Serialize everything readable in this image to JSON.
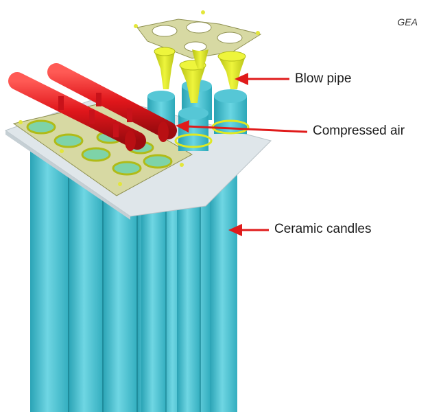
{
  "figure": {
    "credit": "GEA",
    "labels": {
      "blow_pipe": "Blow pipe",
      "compressed_air": "Compressed air",
      "ceramic_candles": "Ceramic candles"
    },
    "colors": {
      "candle": "#4cc6d6",
      "candle_shadow": "#2aa3b5",
      "candle_highlight": "#8ee3ec",
      "pipe": "#e0161b",
      "blow_pipe": "#dfe823",
      "plate": "#d7d9a3",
      "tube_sheet": "#dfe6ea",
      "arrow": "#e01b1b"
    }
  }
}
